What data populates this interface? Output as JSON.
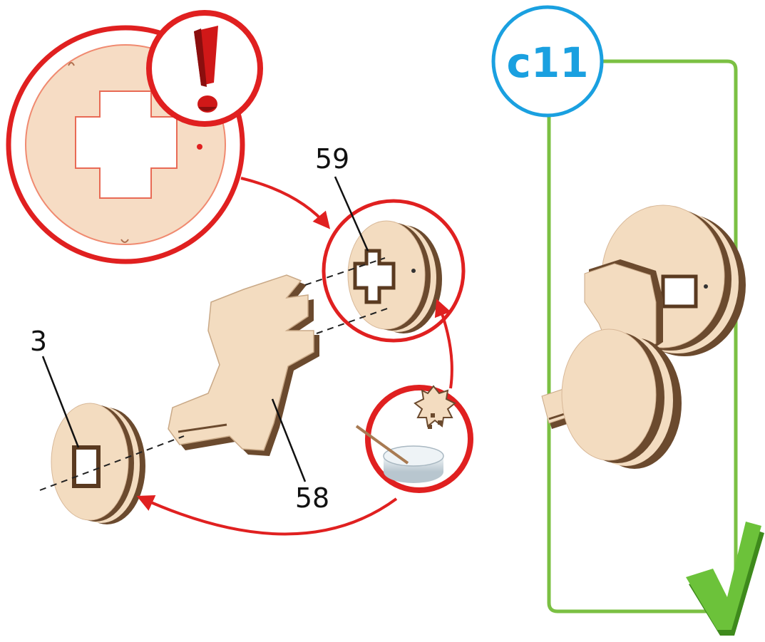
{
  "step": {
    "label": "c11"
  },
  "parts": [
    {
      "id": "3",
      "label": "3"
    },
    {
      "id": "58",
      "label": "58"
    },
    {
      "id": "59",
      "label": "59"
    }
  ],
  "icons": {
    "warning": "exclamation-icon",
    "glue": "glue-icon",
    "done": "checkmark-icon"
  },
  "colors": {
    "step": "#1aa0e0",
    "frame": "#7bc043",
    "callout": "#e02020",
    "wood": "#f3dcc0",
    "wood_edge": "#6b4a2e",
    "check": "#58b030"
  }
}
